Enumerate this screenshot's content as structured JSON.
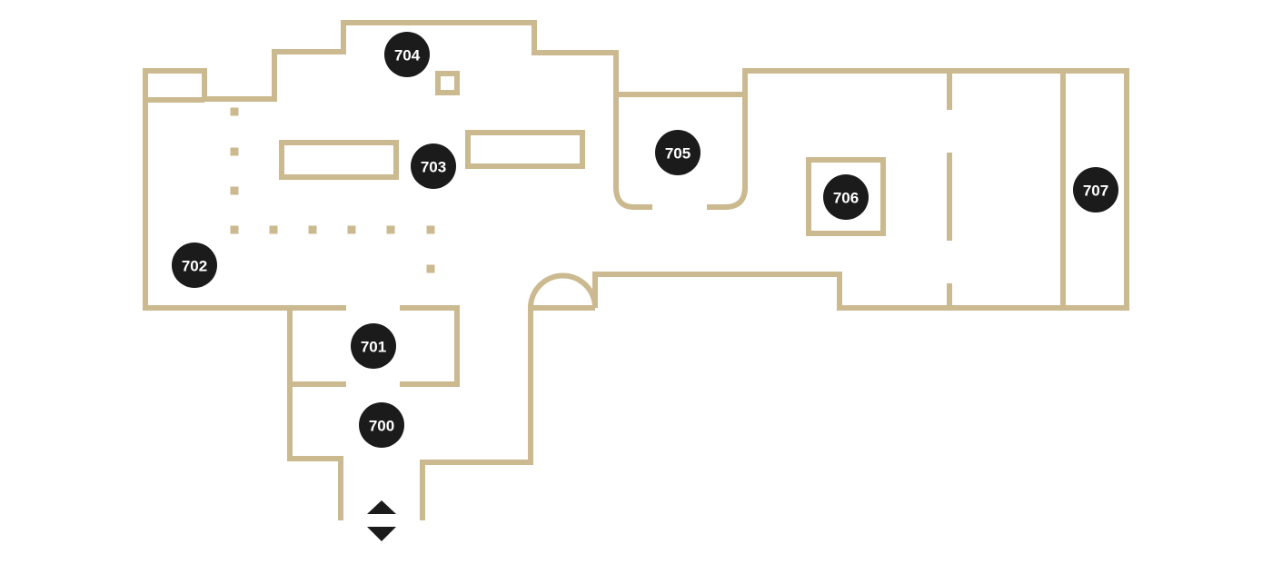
{
  "colors": {
    "wall": "#cbb98f",
    "marker_fill": "#1b1b1b",
    "marker_text": "#ffffff",
    "background": "#ffffff"
  },
  "rooms": [
    {
      "id": "700",
      "label": "700"
    },
    {
      "id": "701",
      "label": "701"
    },
    {
      "id": "702",
      "label": "702"
    },
    {
      "id": "703",
      "label": "703"
    },
    {
      "id": "704",
      "label": "704"
    },
    {
      "id": "705",
      "label": "705"
    },
    {
      "id": "706",
      "label": "706"
    },
    {
      "id": "707",
      "label": "707"
    }
  ],
  "navigation": {
    "up_icon": "triangle-up-icon",
    "down_icon": "triangle-down-icon"
  }
}
